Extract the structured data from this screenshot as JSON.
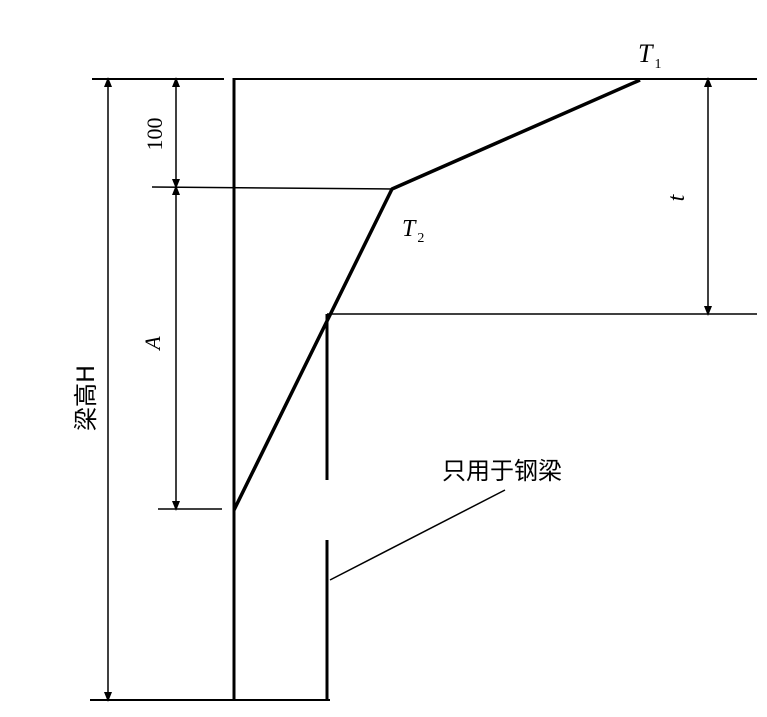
{
  "labels": {
    "t1": "T",
    "t1_sub": "1",
    "t2": "T",
    "t2_sub": "2",
    "dim_100": "100",
    "dim_t": "t",
    "dim_a": "A",
    "beam_height": "梁高H",
    "steel_only_note": "只用于钢梁"
  },
  "colors": {
    "line": "#000000",
    "background": "#ffffff"
  }
}
